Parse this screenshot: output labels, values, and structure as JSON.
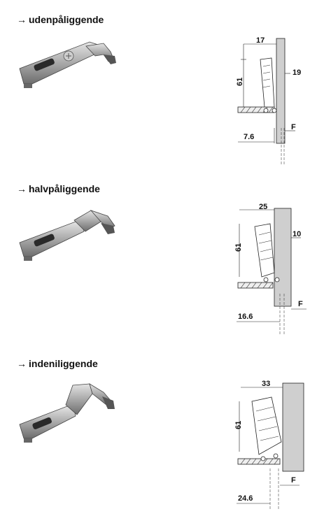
{
  "sections": [
    {
      "heading": "udenpåliggende",
      "dims": {
        "top": "17",
        "side": "19",
        "height": "61",
        "bottom": "7.6",
        "f": "F"
      }
    },
    {
      "heading": "halvpåliggende",
      "dims": {
        "top": "25",
        "side": "10",
        "height": "61",
        "bottom": "16.6",
        "f": "F"
      }
    },
    {
      "heading": "indeniliggende",
      "dims": {
        "top": "33",
        "height": "61",
        "bottom": "24.6",
        "f": "F"
      }
    }
  ],
  "arrow_symbol": "→"
}
